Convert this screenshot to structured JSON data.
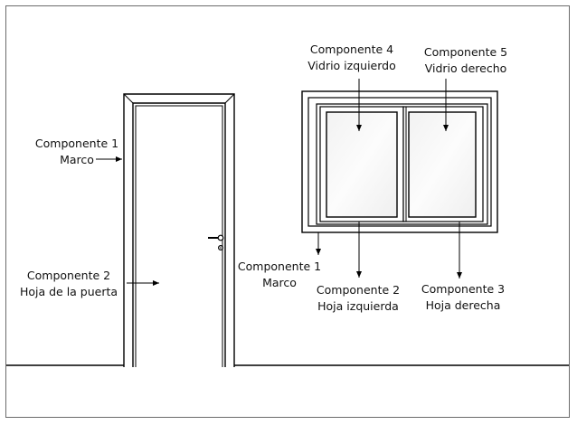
{
  "labels": {
    "door_frame": {
      "title": "Componente 1",
      "name": "Marco"
    },
    "door_leaf": {
      "title": "Componente 2",
      "name": "Hoja de la puerta"
    },
    "win_frame": {
      "title": "Componente 1",
      "name": "Marco"
    },
    "win_left": {
      "title": "Componente 2",
      "name": "Hoja izquierda"
    },
    "win_right": {
      "title": "Componente 3",
      "name": "Hoja derecha"
    },
    "glass_left": {
      "title": "Componente 4",
      "name": "Vidrio izquierdo"
    },
    "glass_right": {
      "title": "Componente 5",
      "name": "Vidrio derecho"
    }
  },
  "colors": {
    "line": "#000000",
    "border": "#6b6b6b",
    "glass": "#f6f6f6",
    "background": "#ffffff"
  }
}
